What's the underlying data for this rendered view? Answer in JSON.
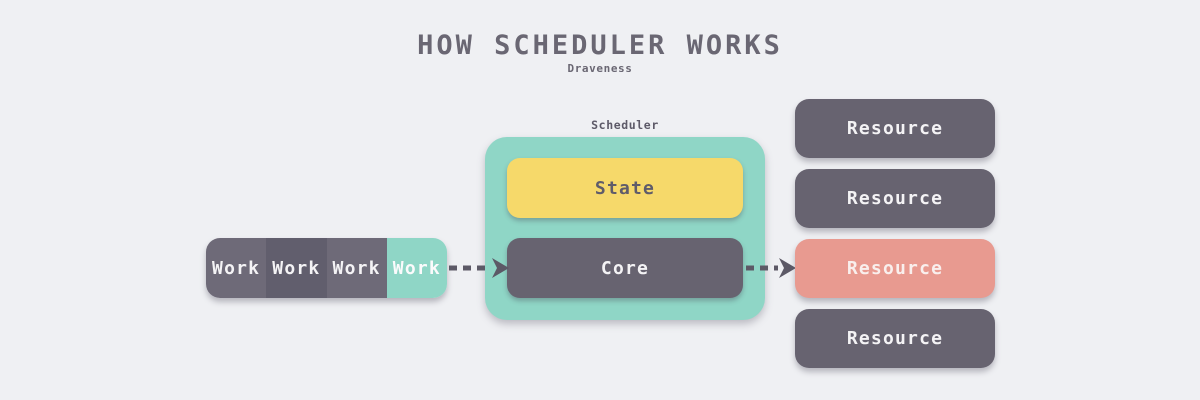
{
  "canvas": {
    "background": "#eff0f3",
    "title_color": "#6a6773",
    "label_color": "#5d5a68"
  },
  "header": {
    "title": "HOW SCHEDULER WORKS",
    "subtitle": "Draveness"
  },
  "work_queue": {
    "items": [
      {
        "label": "Work",
        "color": "#6e6a78",
        "text_color": "#f4f3f5"
      },
      {
        "label": "Work",
        "color": "#615e6d",
        "text_color": "#f4f3f5"
      },
      {
        "label": "Work",
        "color": "#6e6a78",
        "text_color": "#f4f3f5"
      },
      {
        "label": "Work",
        "color": "#8fd6c6",
        "text_color": "#fbfbfc"
      }
    ]
  },
  "scheduler": {
    "label": "Scheduler",
    "container_color": "#8fd6c6",
    "state": {
      "label": "State",
      "color": "#f6d96a",
      "text_color": "#5f5c6a"
    },
    "core": {
      "label": "Core",
      "color": "#676370",
      "text_color": "#f4f3f5"
    }
  },
  "resources": {
    "items": [
      {
        "label": "Resource",
        "color": "#676370",
        "text_color": "#f4f3f5"
      },
      {
        "label": "Resource",
        "color": "#676370",
        "text_color": "#f4f3f5"
      },
      {
        "label": "Resource",
        "color": "#e89a90",
        "text_color": "#f9efed"
      },
      {
        "label": "Resource",
        "color": "#676370",
        "text_color": "#f4f3f5"
      }
    ]
  },
  "arrows": {
    "color": "#5c5966",
    "style": "dashed"
  }
}
